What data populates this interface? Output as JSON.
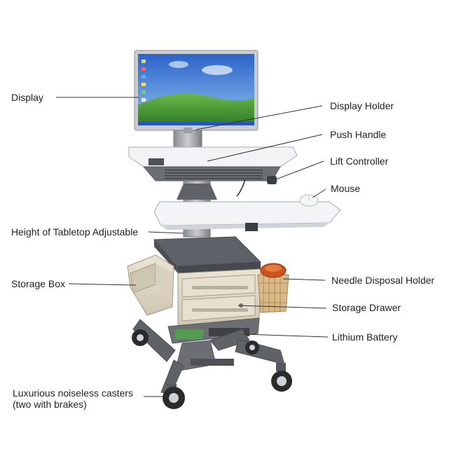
{
  "diagram": {
    "colors": {
      "leader_line": "#333333",
      "frame_gray": "#6b6f74",
      "white_plastic": "#eef0f2",
      "beige": "#ddd5c4",
      "dark_top": "#5d6168",
      "wheel": "#2b2b2b",
      "screen_sky": "#3a7bd5",
      "screen_hill": "#4d9a3a"
    },
    "labels": {
      "display": "Display",
      "display_holder": "Display Holder",
      "push_handle": "Push Handle",
      "lift_controller": "Lift Controller",
      "mouse": "Mouse",
      "height_adjustable": "Height of Tabletop Adjustable",
      "needle_disposal": "Needle Disposal Holder",
      "storage_box": "Storage Box",
      "storage_drawer": "Storage Drawer",
      "lithium_battery": "Lithium Battery",
      "casters_line1": "Luxurious noiseless casters",
      "casters_line2": "(two with brakes)"
    }
  }
}
